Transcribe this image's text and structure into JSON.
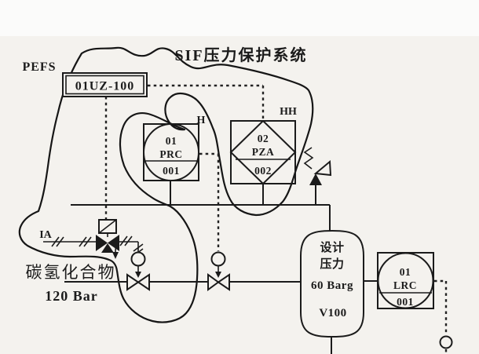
{
  "colors": {
    "background": "#f4f2ee",
    "ink": "#1b1b1b"
  },
  "labels": {
    "pefs": "PEFS",
    "sif_system_title": "SIF压力保护系统",
    "logic_solver_tag": "01UZ-100",
    "alarm_h": "H",
    "alarm_hh": "HH",
    "instrument_air": "IA",
    "fluid_name": "碳氢化合物",
    "fluid_pressure": "120 Bar"
  },
  "instruments": {
    "prc": {
      "line1": "01",
      "line2": "PRC",
      "line3": "001"
    },
    "pza": {
      "line1": "02",
      "line2": "PZA",
      "line3": "002"
    },
    "lrc": {
      "line1": "01",
      "line2": "LRC",
      "line3": "001"
    }
  },
  "vessel": {
    "line1": "设计",
    "line2": "压力",
    "line3": "60 Barg",
    "line4": "V100"
  }
}
